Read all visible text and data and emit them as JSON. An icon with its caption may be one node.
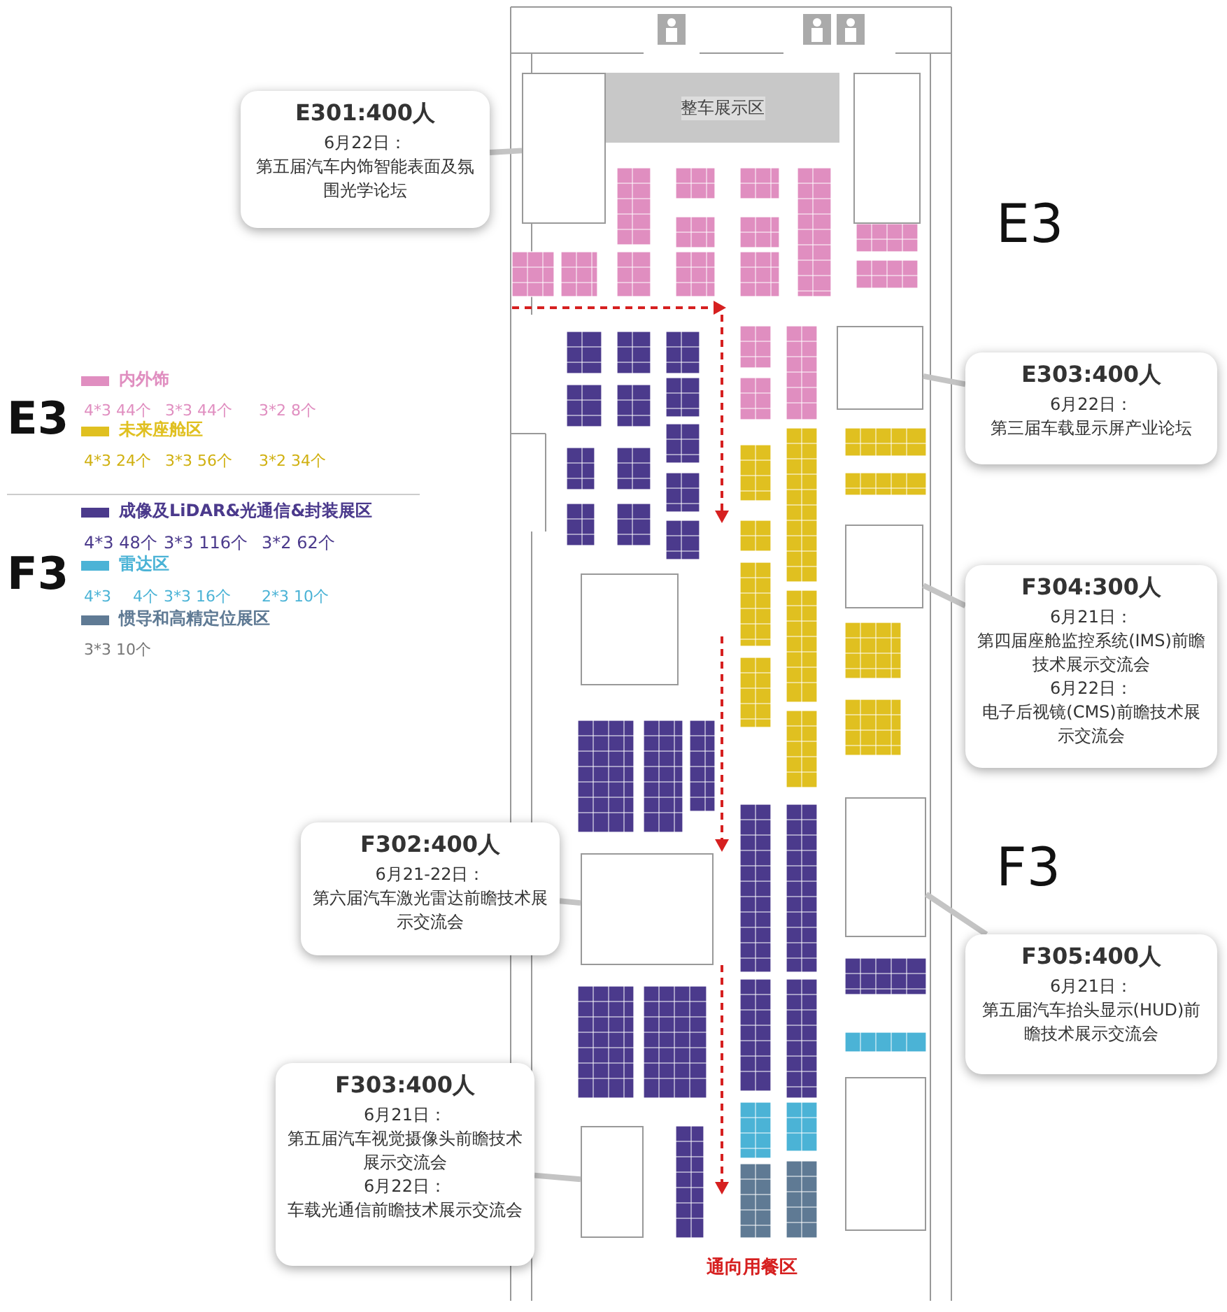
{
  "diagram": {
    "nodes": [
      {
        "text": [
          "E301:400人",
          "6月22日：",
          "第五届汽车内饰智能表面及氛围光学论坛"
        ]
      },
      {
        "text": [
          "E303:400人",
          "6月22日：",
          "第三届车载显示屏产业论坛"
        ]
      },
      {
        "text": [
          "F304:300人",
          "6月21日：",
          "第四届座舱监控系统(IMS)前瞻技术展示交流会",
          "6月22日：",
          "电子后视镜(CMS)前瞻技术展示交流会"
        ]
      },
      {
        "text": [
          "F302:400人",
          "6月21-22日：",
          "第六届汽车激光雷达前瞻技术展示交流会"
        ]
      },
      {
        "text": [
          "F305:400人",
          "6月21日：",
          "第五届汽车抬头显示(HUD)前瞻技术展示交流会"
        ]
      },
      {
        "text": [
          "F303:400人",
          "6月21日：",
          "第五届汽车视觉摄像头前瞻技术展示交流会",
          "6月22日：",
          "车载光通信前瞻技术展示交流会"
        ]
      },
      {
        "text": [
          "整车展示区"
        ]
      },
      {
        "text": [],
        "shape": "box"
      },
      {
        "text": [],
        "shape": "box"
      },
      {
        "text": [],
        "shape": "box"
      },
      {
        "text": [],
        "shape": "box"
      },
      {
        "text": [],
        "shape": "box"
      },
      {
        "text": [],
        "shape": "box"
      },
      {
        "text": [],
        "shape": "box"
      },
      {
        "text": [],
        "shape": "box"
      },
      {
        "text": [],
        "shape": "box"
      }
    ],
    "edges": [
      {
        "from": 0,
        "to": 7,
        "arrow": "none"
      },
      {
        "from": 1,
        "to": 9,
        "arrow": "none"
      },
      {
        "from": 2,
        "to": 10,
        "arrow": "none"
      },
      {
        "from": 3,
        "to": 13,
        "arrow": "none"
      },
      {
        "from": 4,
        "to": 12,
        "arrow": "none"
      },
      {
        "from": 5,
        "to": 15,
        "arrow": "none"
      }
    ],
    "labels": [
      "E3",
      "E3",
      "4*3 44个",
      "3*3 44个",
      "3*2 8个",
      "4*3 24个",
      "3*3 56个",
      "3*2 34个",
      "F3",
      "4*3 48个",
      "3*3 116个",
      "3*2 62个",
      "4*3",
      "4个",
      "3*3 16个",
      "2*3 10个",
      "3*3 10个",
      "F3",
      "通向用餐区"
    ],
    "legend": [
      {
        "text": "内外饰",
        "color": "#e08ec0"
      },
      {
        "text": "未来座舱区",
        "color": "#e0c020"
      },
      {
        "text": "成像及LiDAR&光通信&封装展区",
        "color": "#4b3a8c"
      },
      {
        "text": "雷达区",
        "color": "#4bb3d6"
      },
      {
        "text": "惯导和高精定位展区",
        "color": "#5f7a94"
      }
    ]
  }
}
